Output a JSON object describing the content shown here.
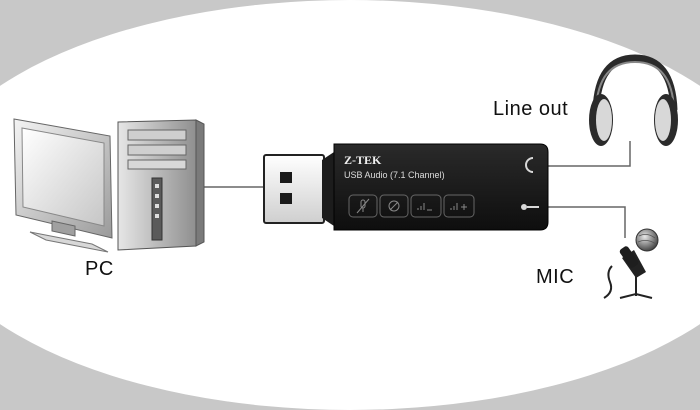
{
  "labels": {
    "pc": "PC",
    "line_out": "Line out",
    "mic": "MIC"
  },
  "device": {
    "brand": "Z-TEK",
    "model": "USB Audio (7.1 Channel)"
  },
  "icons": {
    "pc": "desktop-computer-icon",
    "headphones": "headphones-icon",
    "microphone": "microphone-icon"
  },
  "colors": {
    "background_outer": "#c8c8c8",
    "background_inner": "#ffffff",
    "device_body": "#1a1a1a",
    "connector_line": "#555555"
  }
}
